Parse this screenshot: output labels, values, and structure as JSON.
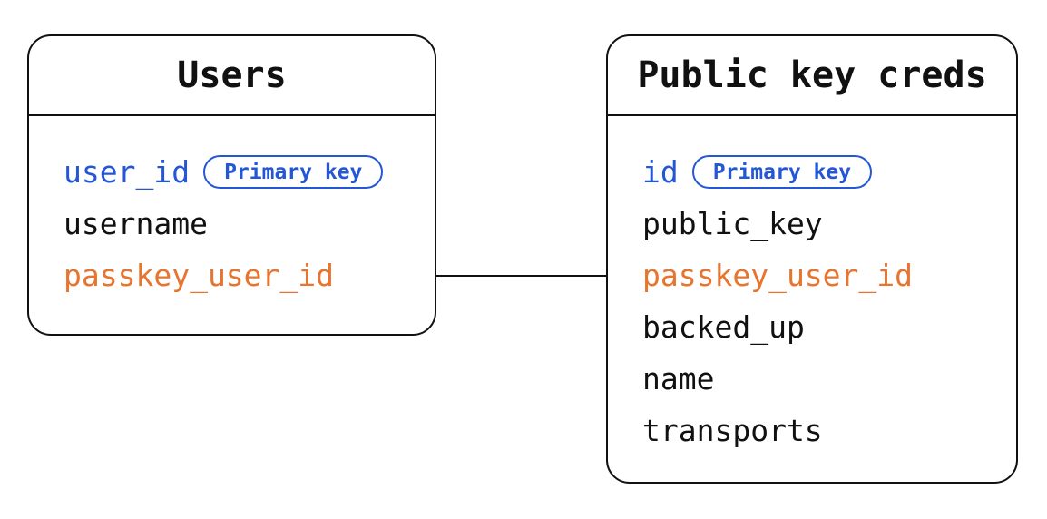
{
  "diagram": {
    "colors": {
      "primary_key_blue": "#2457d5",
      "foreign_key_orange": "#e8742e",
      "line_black": "#111111",
      "background": "#ffffff"
    },
    "tables": [
      {
        "title": "Users",
        "fields": [
          {
            "name": "user_id",
            "role": "primary-key",
            "badge": "Primary key"
          },
          {
            "name": "username",
            "role": "normal"
          },
          {
            "name": "passkey_user_id",
            "role": "foreign-key"
          }
        ]
      },
      {
        "title": "Public key creds",
        "fields": [
          {
            "name": "id",
            "role": "primary-key",
            "badge": "Primary key"
          },
          {
            "name": "public_key",
            "role": "normal"
          },
          {
            "name": "passkey_user_id",
            "role": "foreign-key"
          },
          {
            "name": "backed_up",
            "role": "normal"
          },
          {
            "name": "name",
            "role": "normal"
          },
          {
            "name": "transports",
            "role": "normal"
          }
        ]
      }
    ],
    "relationship": {
      "from": "Users.passkey_user_id",
      "to": "Public key creds.passkey_user_id"
    }
  }
}
